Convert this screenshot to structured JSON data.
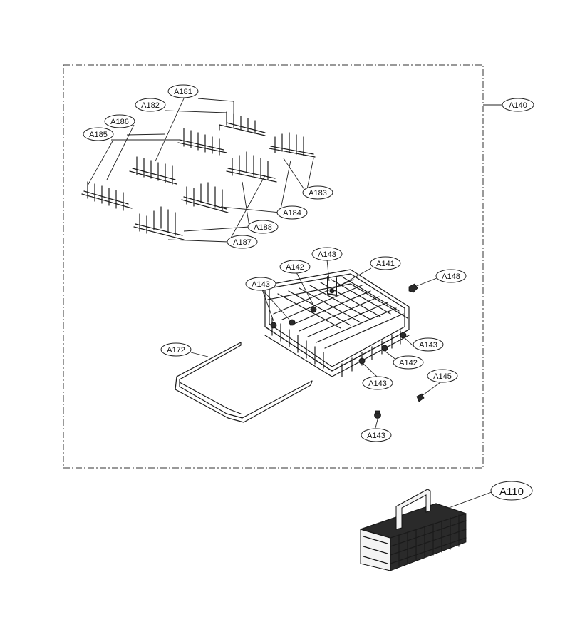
{
  "labels": {
    "a140": "A140",
    "a181": "A181",
    "a182": "A182",
    "a186": "A186",
    "a185": "A185",
    "a183": "A183",
    "a184": "A184",
    "a188": "A188",
    "a187": "A187",
    "a143_top": "A143",
    "a142_top": "A142",
    "a141": "A141",
    "a148": "A148",
    "a143_left": "A143",
    "a172": "A172",
    "a143_right": "A143",
    "a142_bottom": "A142",
    "a143_bottom": "A143",
    "a145": "A145",
    "a143_lowest": "A143",
    "a110": "A110"
  }
}
